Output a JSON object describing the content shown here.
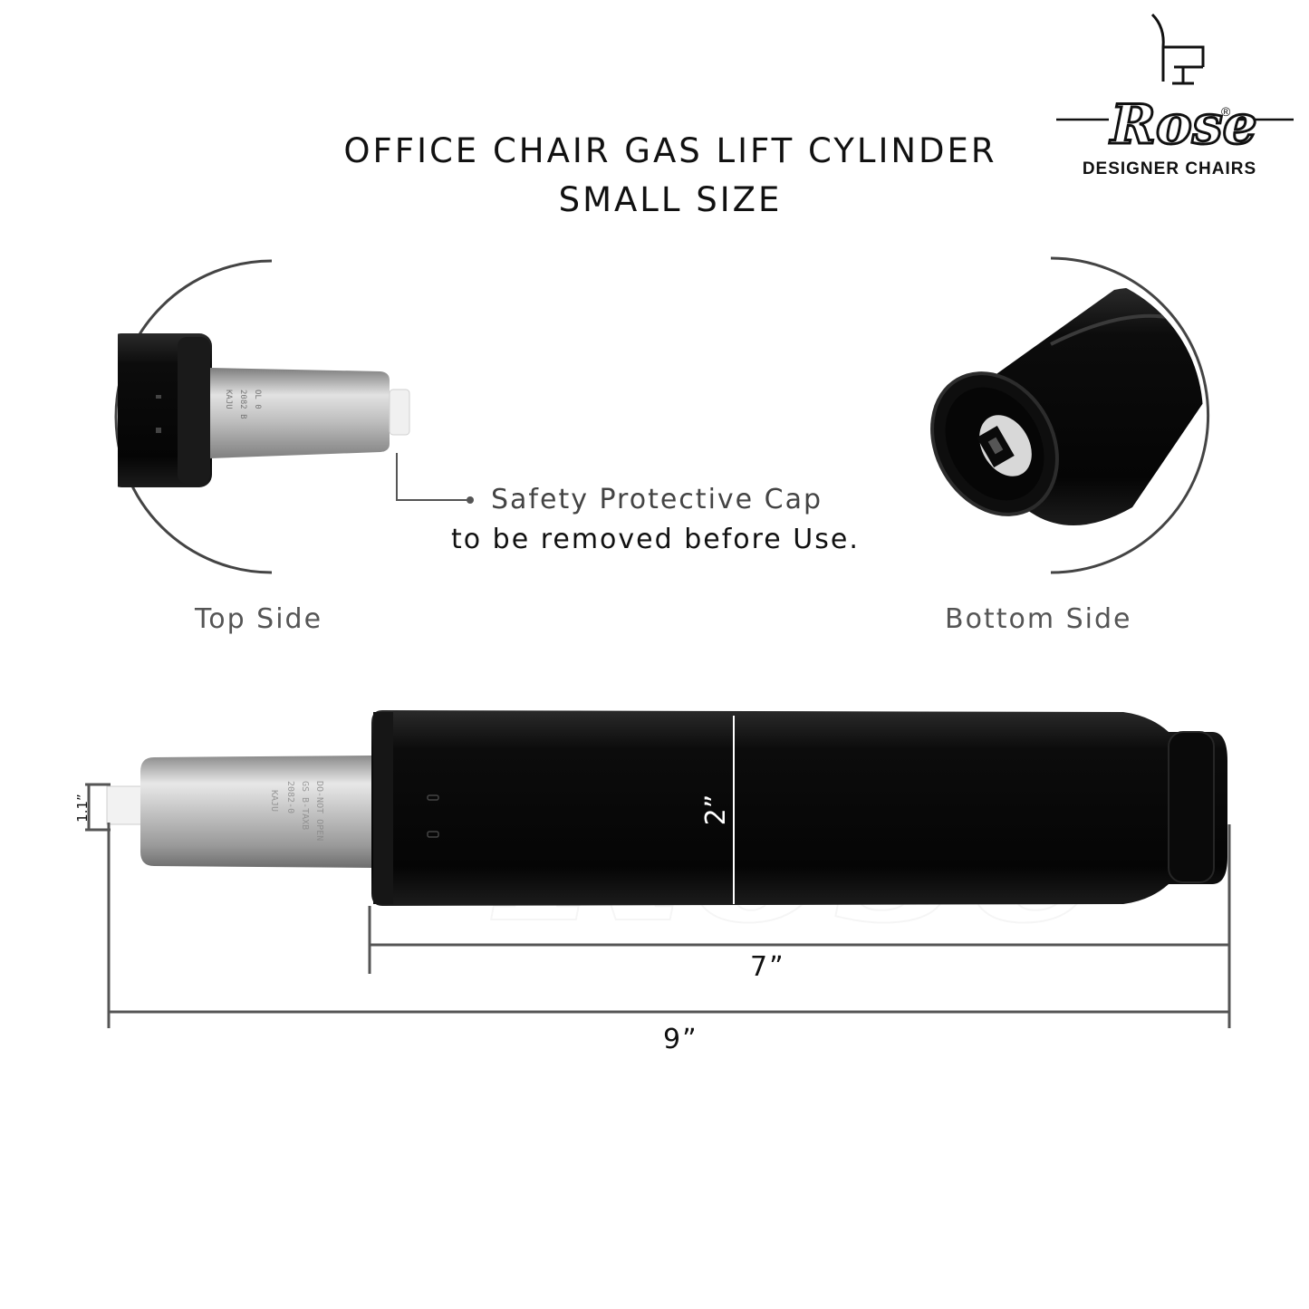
{
  "title": {
    "line1": "OFFICE CHAIR GAS LIFT CYLINDER",
    "line2": "SMALL SIZE"
  },
  "brand": {
    "name": "Rose",
    "registered": "®",
    "tagline": "DESIGNER CHAIRS"
  },
  "callout": {
    "line1": "Safety Protective Cap",
    "line2": "to be removed before Use."
  },
  "views": {
    "top": "Top Side",
    "bottom": "Bottom Side"
  },
  "dimensions": {
    "cap": "1.1”",
    "diameter": "2”",
    "body_length": "7”",
    "total_length": "9”"
  },
  "colors": {
    "cylinder": "#111111",
    "piston": "#b8b8b8",
    "cap": "#f2f2f2",
    "lines": "#555555"
  }
}
